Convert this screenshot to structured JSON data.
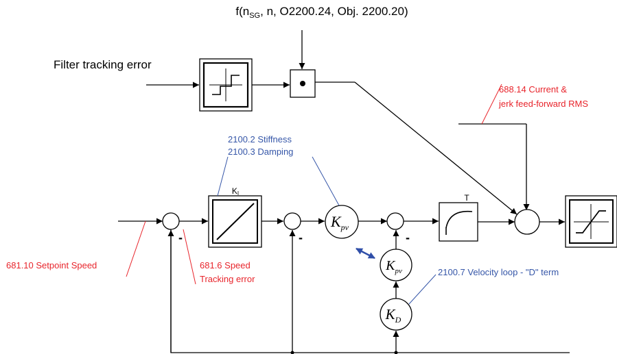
{
  "header": {
    "func_prefix": "f(n",
    "func_sub": "SG",
    "func_rest": ", n, O2200.24, Obj. 2200.20)"
  },
  "labels": {
    "filter_tracking_error": "Filter tracking error",
    "current_jerk_line1": "688.14 Current &",
    "current_jerk_line2": "jerk feed-forward RMS",
    "stiffness": "2100.2 Stiffness",
    "damping": "2100.3 Damping",
    "setpoint_speed": "681.10 Setpoint Speed",
    "speed_tracking_line1": "681.6 Speed",
    "speed_tracking_line2": "Tracking error",
    "velocity_d_term": "2100.7 Velocity loop - \"D\" term"
  },
  "blocks": {
    "ki_base": "K",
    "ki_sub": "I",
    "t_label": "T",
    "kpv_base": "K",
    "kpv_sub": "pv",
    "kd_base": "K",
    "kd_sub": "D"
  },
  "signs": {
    "sum1": "-",
    "sum2": "-",
    "sum3": "-"
  },
  "colors": {
    "annotation_red": "#e8242b",
    "annotation_blue": "#3556a8",
    "arrow_blue": "#2f4ea8",
    "line": "#000000"
  }
}
